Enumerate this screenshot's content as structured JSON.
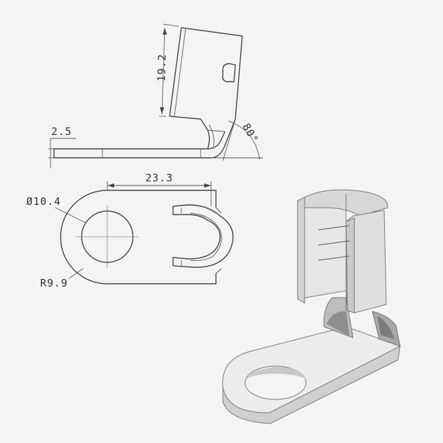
{
  "dimensions": {
    "height_tab": "19.2",
    "bend_angle": "80°",
    "thickness": "2.5",
    "hole_spacing": "23.3",
    "hole_diameter": "Ø10.4",
    "end_radius": "R9.9"
  },
  "colors": {
    "background": "#f4f4f4",
    "line": "#444444",
    "solid_light": "#ececec",
    "solid_mid": "#d6d6d6",
    "solid_dark": "#b8b8b8"
  }
}
